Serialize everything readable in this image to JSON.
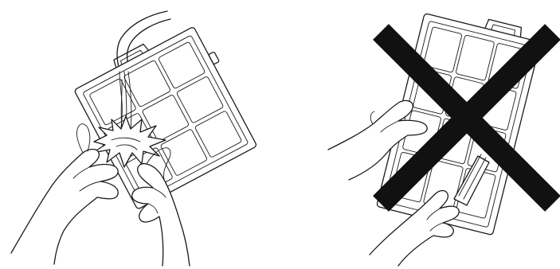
{
  "illustrations": [
    {
      "name": "wash-filter-under-water",
      "icon": "filter-rinse-illustration",
      "crossed_out": false
    },
    {
      "name": "do-not-scrub-filter-with-brush",
      "icon": "filter-brush-prohibited-illustration",
      "crossed_out": true,
      "cross_color": "#111111"
    }
  ]
}
